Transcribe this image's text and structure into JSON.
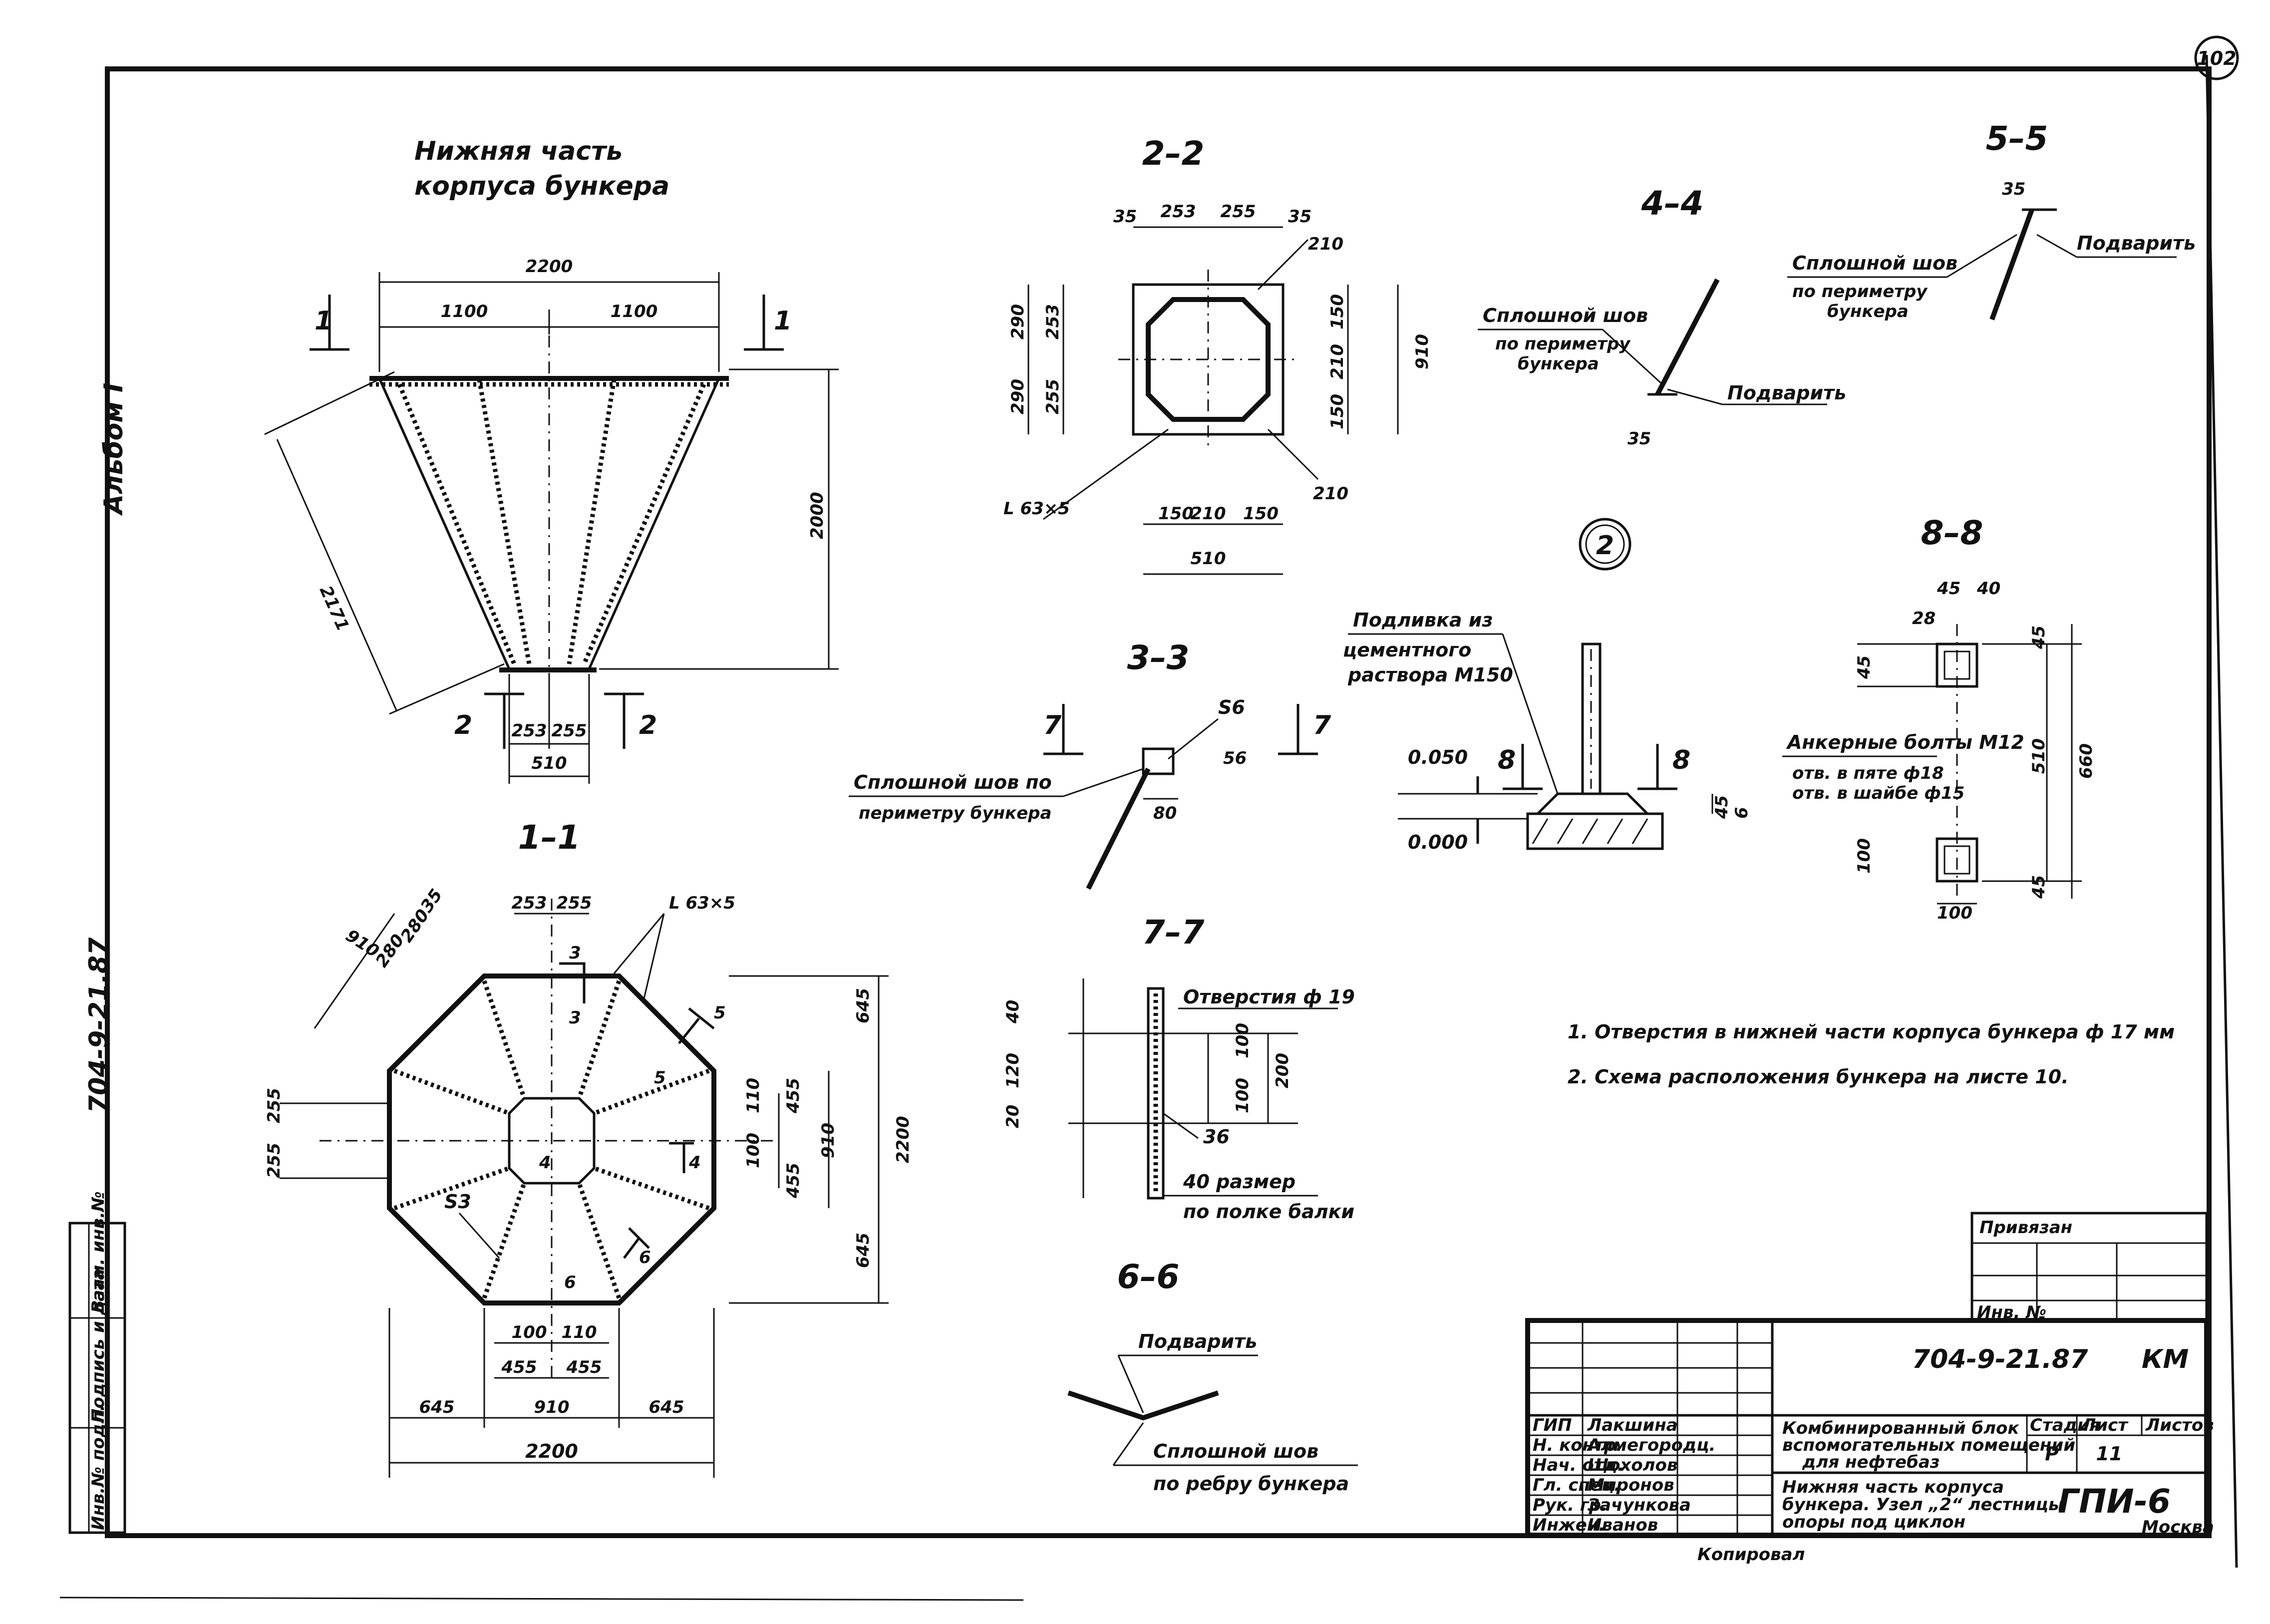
{
  "sheet_number": "102",
  "album_label": "Альбом I",
  "side_code": "704-9-21.87",
  "main_title": [
    "Нижняя часть",
    "корпуса бункера"
  ],
  "sections": {
    "s22": "2–2",
    "s44": "4–4",
    "s55": "5–5",
    "s33": "3–3",
    "s88": "8–8",
    "s11": "1–1",
    "s77": "7–7",
    "s66": "6–6"
  },
  "node_number": "2",
  "labels": {
    "weld_perimeter": [
      "Сплошной шов",
      "по периметру",
      "бункера"
    ],
    "weld_perimeter_33": [
      "Сплошной шов по",
      "периметру бункера"
    ],
    "weld_rib": [
      "Сплошной шов",
      "по ребру бункера"
    ],
    "podvarit": "Подварить",
    "grout": [
      "Подливка из",
      "цементного",
      "раствора М150"
    ],
    "anchor": [
      "Анкерные болты М12",
      "отв. в пяте ф18",
      "отв. в шайбе ф15"
    ],
    "hole_19": "Отверстия ф 19",
    "size_note": [
      "40 размер",
      "по полке балки"
    ],
    "angle_63": "L 63×5",
    "weld_s6": "S6",
    "weld_s3": "S3",
    "elev_050": "0.050",
    "elev_000": "0.000",
    "copied": "Копировал"
  },
  "notes": [
    "1. Отверстия в нижней части корпуса бункера ф 17 мм",
    "2. Схема расположения бункера на листе 10."
  ],
  "dims": {
    "d2200": "2200",
    "d1100": "1100",
    "d2171": "2171",
    "d2000": "2000",
    "d253": "253",
    "d255": "255",
    "d510": "510",
    "d35": "35",
    "d290": "290",
    "d150": "150",
    "d210": "210",
    "d910": "910",
    "d645": "645",
    "d455": "455",
    "d100": "100",
    "d110": "110",
    "d280": "280",
    "d200": "200",
    "d80": "80",
    "d40": "40",
    "d45": "45",
    "d660": "660",
    "d28": "28",
    "d56": "56",
    "d120": "120",
    "d20": "20",
    "d36": "36",
    "d1": "1",
    "d2": "2",
    "d3": "3",
    "d4": "4",
    "d5": "5",
    "d6": "6",
    "d7": "7",
    "d8": "8"
  },
  "stamp": {
    "privyazan": "Привязан",
    "inv_no": "Инв. №",
    "doc_code": "704-9-21.87",
    "mark": "КМ",
    "project": [
      "Комбинированный блок",
      "вспомогательных помещений",
      "для нефтебаз"
    ],
    "drawing": [
      "Нижняя часть корпуса",
      "бункера. Узел „2“ лестницы",
      "опоры под циклон"
    ],
    "stage_h": "Стадия",
    "sheet_h": "Лист",
    "sheets_h": "Листов",
    "stage": "Р",
    "sheet": "11",
    "org": "ГПИ-6",
    "city": "Москва",
    "roles": [
      "ГИП",
      "Н. контр.",
      "Нач. отд.",
      "Гл. спец.",
      "Рук. гр.",
      "Инжен."
    ],
    "names": [
      "Лакшина",
      "Алмегородц.",
      "Шохолов",
      "Миронов",
      "Зачункова",
      "Иванов"
    ],
    "side_cols": [
      "Взам. инв.№",
      "Подпись и дата",
      "Инв.№ подл."
    ]
  }
}
